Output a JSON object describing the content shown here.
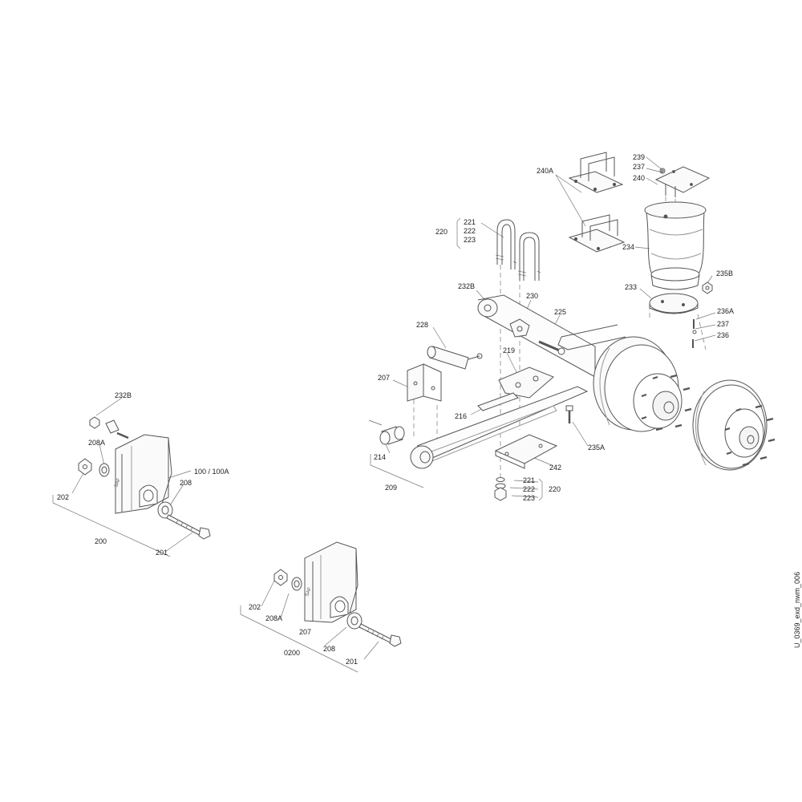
{
  "drawing_id": "U_0369_exd_nwm_006",
  "callouts": {
    "c240A": "240A",
    "c239": "239",
    "c237a": "237",
    "c240": "240",
    "c221a": "221",
    "c222a": "222",
    "c223a": "223",
    "c220a": "220",
    "c234": "234",
    "c235B": "235B",
    "c233": "233",
    "c232Ba": "232B",
    "c230": "230",
    "c225": "225",
    "c236A": "236A",
    "c237b": "237",
    "c236": "236",
    "c228": "228",
    "c219": "219",
    "c207a": "207",
    "c216": "216",
    "c235A": "235A",
    "c214": "214",
    "c242": "242",
    "c209": "209",
    "c221b": "221",
    "c222b": "222",
    "c223b": "223",
    "c220b": "220",
    "c232Bb": "232B",
    "c208Aa": "208A",
    "c100": "100 / 100A",
    "c208a": "208",
    "c202a": "202",
    "c200": "200",
    "c201a": "201",
    "c202b": "202",
    "c208Ab": "208A",
    "c207b": "207",
    "c208b": "208",
    "c0200": "0200",
    "c201b": "201"
  }
}
